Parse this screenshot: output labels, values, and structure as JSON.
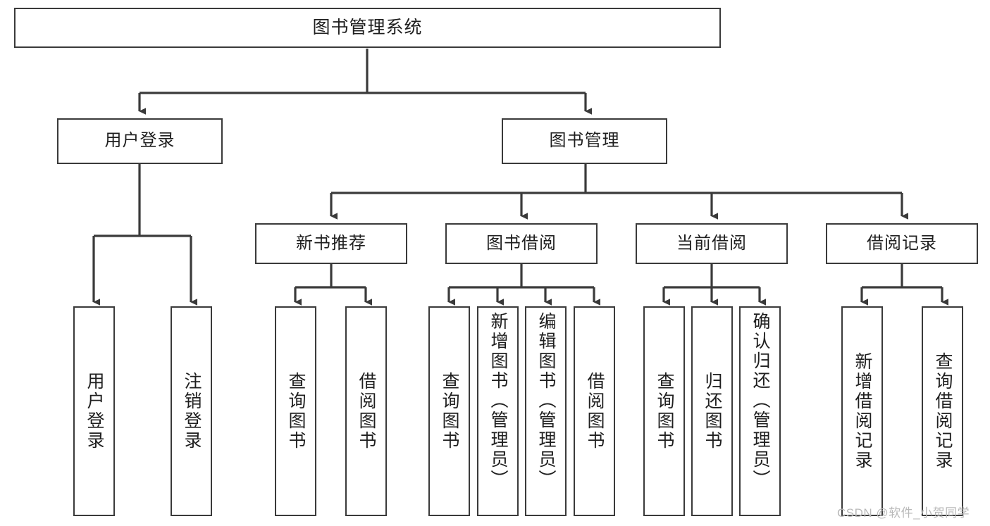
{
  "diagram": {
    "type": "tree",
    "title": "图书管理系统",
    "root": {
      "label": "图书管理系统"
    },
    "level2": [
      {
        "label": "用户登录"
      },
      {
        "label": "图书管理"
      }
    ],
    "level3": [
      {
        "label": "新书推荐"
      },
      {
        "label": "图书借阅"
      },
      {
        "label": "当前借阅"
      },
      {
        "label": "借阅记录"
      }
    ],
    "leaves": {
      "user_login": [
        {
          "label": "用户登录"
        },
        {
          "label": "注销登录"
        }
      ],
      "new_book_recommend": [
        {
          "label": "查询图书"
        },
        {
          "label": "借阅图书"
        }
      ],
      "book_borrow": [
        {
          "label": "查询图书"
        },
        {
          "label": "新增图书（管理员）"
        },
        {
          "label": "编辑图书（管理员）"
        },
        {
          "label": "借阅图书"
        }
      ],
      "current_borrow": [
        {
          "label": "查询图书"
        },
        {
          "label": "归还图书"
        },
        {
          "label": "确认归还（管理员）"
        }
      ],
      "borrow_record": [
        {
          "label": "新增借阅记录"
        },
        {
          "label": "查询借阅记录"
        }
      ]
    }
  },
  "watermark": {
    "text": "CSDN @软件_小贺同学"
  },
  "colors": {
    "border": "#3a3a3a",
    "text": "#1f1f1f",
    "background": "#ffffff",
    "watermark": "#b9b9b9"
  }
}
